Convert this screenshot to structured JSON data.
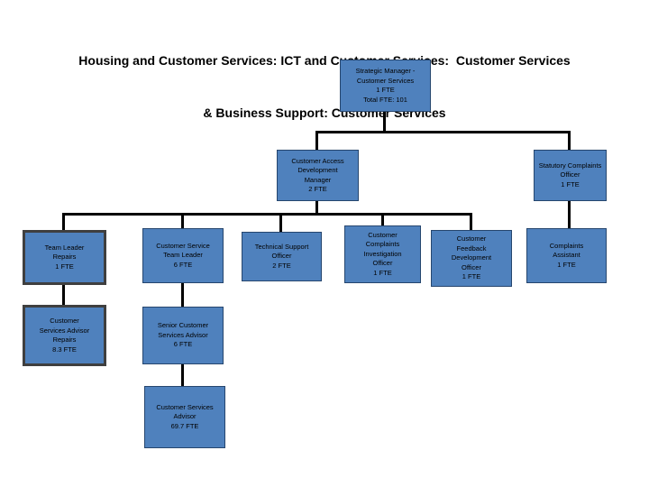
{
  "title": {
    "line1": "Housing and Customer Services: ICT and Customer Services:  Customer Services",
    "line2": "& Business Support: Customer Services"
  },
  "colors": {
    "background": "#ffffff",
    "text": "#000000",
    "box_fill": "#4f81bd",
    "box_border": "#26466e",
    "highlight_border": "#3f3f3f",
    "connector": "#000000"
  },
  "nodes": {
    "strategic": {
      "title": "Strategic Manager -\nCustomer Services",
      "fte": "1 FTE",
      "total": "Total FTE: 101"
    },
    "cadm": {
      "title": "Customer Access\nDevelopment\nManager",
      "fte": "2 FTE"
    },
    "statutory": {
      "title": "Statutory Complaints\nOfficer",
      "fte": "1 FTE"
    },
    "team_leader_repairs": {
      "title": "Team Leader\nRepairs",
      "fte": "1 FTE"
    },
    "cs_team_leader": {
      "title": "Customer Service\nTeam Leader",
      "fte": "6 FTE"
    },
    "tech_support": {
      "title": "Technical Support\nOfficer",
      "fte": "2 FTE"
    },
    "complaints_investigation": {
      "title": "Customer\nComplaints\nInvestigation\nOfficer",
      "fte": "1 FTE"
    },
    "feedback_development": {
      "title": "Customer\nFeedback\nDevelopment\nOfficer",
      "fte": "1 FTE"
    },
    "complaints_assistant": {
      "title": "Complaints\nAssistant",
      "fte": "1 FTE"
    },
    "csa_repairs": {
      "title": "Customer\nServices Advisor\nRepairs",
      "fte": "8.3 FTE"
    },
    "senior_csa": {
      "title": "Senior Customer\nServices Advisor",
      "fte": "6 FTE"
    },
    "csa": {
      "title": "Customer Services\nAdvisor",
      "fte": "69.7 FTE"
    }
  },
  "edges": [
    {
      "from": "strategic",
      "to": "cadm"
    },
    {
      "from": "strategic",
      "to": "statutory"
    },
    {
      "from": "cadm",
      "to": "team_leader_repairs"
    },
    {
      "from": "cadm",
      "to": "cs_team_leader"
    },
    {
      "from": "cadm",
      "to": "tech_support"
    },
    {
      "from": "cadm",
      "to": "complaints_investigation"
    },
    {
      "from": "cadm",
      "to": "feedback_development"
    },
    {
      "from": "statutory",
      "to": "complaints_assistant"
    },
    {
      "from": "team_leader_repairs",
      "to": "csa_repairs"
    },
    {
      "from": "cs_team_leader",
      "to": "senior_csa"
    },
    {
      "from": "senior_csa",
      "to": "csa"
    }
  ]
}
